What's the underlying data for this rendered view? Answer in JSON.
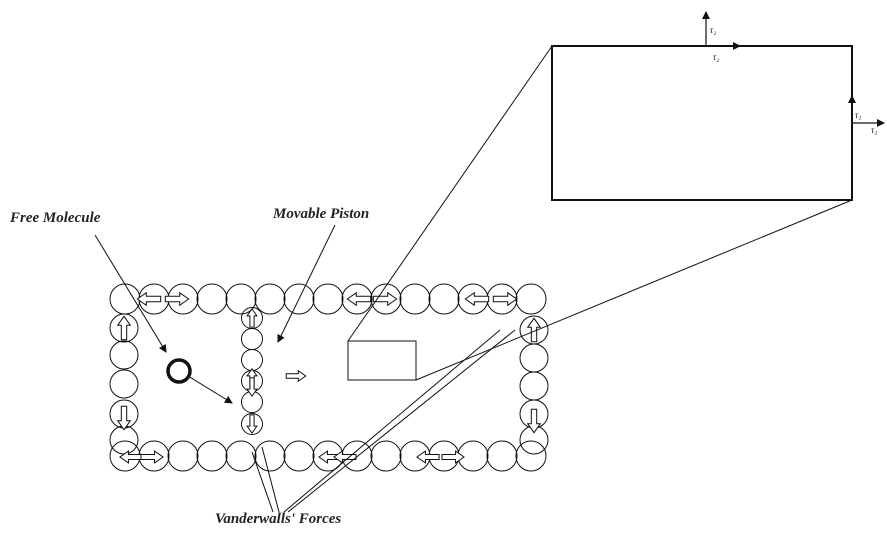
{
  "labels": {
    "free_molecule": "Free Molecule",
    "movable_piston": "Movable Piston",
    "vanderwalls_forces": "Vanderwalls' Forces"
  },
  "inset_axes": {
    "top_vertical": "τ₂",
    "top_horizontal": "τ₂",
    "right_vertical": "τ₁",
    "right_horizontal": "τ₁"
  },
  "colors": {
    "stroke": "#111111",
    "background": "#ffffff"
  }
}
